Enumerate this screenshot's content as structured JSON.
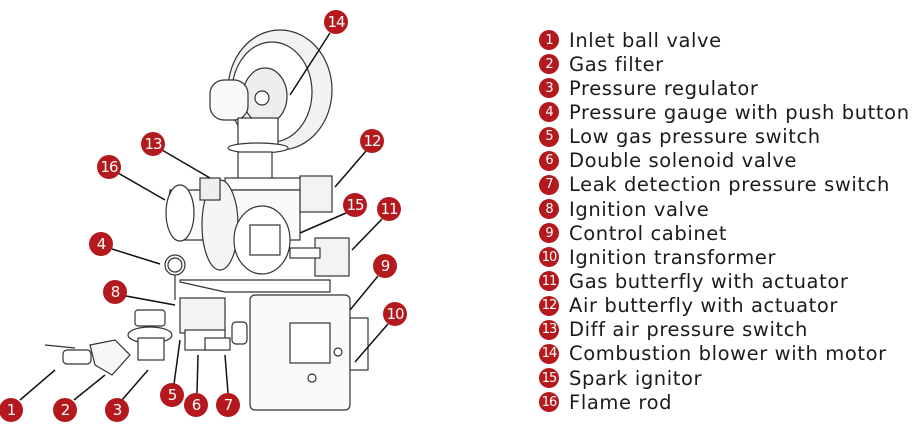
{
  "accent_color": "#b3191d",
  "components": [
    {
      "num": "1",
      "label": "Inlet ball valve"
    },
    {
      "num": "2",
      "label": "Gas filter"
    },
    {
      "num": "3",
      "label": "Pressure regulator"
    },
    {
      "num": "4",
      "label": "Pressure gauge with push button"
    },
    {
      "num": "5",
      "label": "Low gas pressure switch"
    },
    {
      "num": "6",
      "label": "Double solenoid valve"
    },
    {
      "num": "7",
      "label": "Leak detection pressure switch"
    },
    {
      "num": "8",
      "label": "Ignition valve"
    },
    {
      "num": "9",
      "label": "Control cabinet"
    },
    {
      "num": "10",
      "label": "Ignition transformer"
    },
    {
      "num": "11",
      "label": "Gas butterfly with actuator"
    },
    {
      "num": "12",
      "label": "Air butterfly with actuator"
    },
    {
      "num": "13",
      "label": "Diff air pressure switch"
    },
    {
      "num": "14",
      "label": "Combustion blower with motor"
    },
    {
      "num": "15",
      "label": "Spark ignitor"
    },
    {
      "num": "16",
      "label": "Flame rod"
    }
  ]
}
